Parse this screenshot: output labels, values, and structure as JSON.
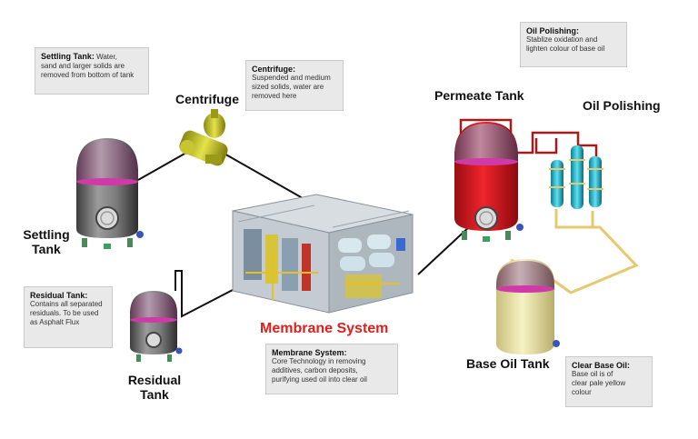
{
  "labels": {
    "centrifuge": "Centrifuge",
    "settling_tank": [
      "Settling",
      "Tank"
    ],
    "residual_tank": [
      "Residual",
      "Tank"
    ],
    "membrane_system": "Membrane System",
    "permeate_tank": "Permeate Tank",
    "oil_polishing": "Oil Polishing",
    "base_oil_tank": "Base Oil Tank"
  },
  "callouts": {
    "settling": {
      "heading": "Settling Tank:",
      "lines": [
        "Water,",
        "sand and larger solids are",
        "removed from bottom of tank"
      ]
    },
    "centrifuge": {
      "heading": "Centrifuge:",
      "lines": [
        "Suspended and medium",
        "sized solids, water are",
        "removed here"
      ]
    },
    "oil_polishing": {
      "heading": "Oil Polishing:",
      "lines": [
        "Stablize oxidation and",
        "lighten colour of base oil"
      ]
    },
    "residual": {
      "heading": "Residual Tank:",
      "lines": [
        "Contains all separated",
        "residuals. To be used",
        "as Asphalt Flux"
      ]
    },
    "membrane": {
      "heading": "Membrane System:",
      "lines": [
        "Core Technology in removing",
        "additives, carbon deposits,",
        "purifying used oil into clear oil"
      ]
    },
    "clear_base_oil": {
      "heading": "Clear Base Oil:",
      "lines": [
        "Base oil is of",
        "clear pale yellow",
        "colour"
      ]
    }
  },
  "colors": {
    "accent_red": "#e0201c",
    "callout_bg": "#e9e9e9",
    "pipe_black": "#111111",
    "pipe_red": "#a61c1c",
    "pipe_yellow": "#e6c86e",
    "permeate_fill": "#e81c24",
    "base_oil_fill": "#efeab0",
    "polishing_filter": "#2fc4d8"
  },
  "icons": [
    "centrifuge-icon",
    "settling-tank-icon",
    "residual-tank-icon",
    "membrane-unit-icon",
    "permeate-tank-icon",
    "filter-column-icon",
    "base-oil-tank-icon"
  ]
}
